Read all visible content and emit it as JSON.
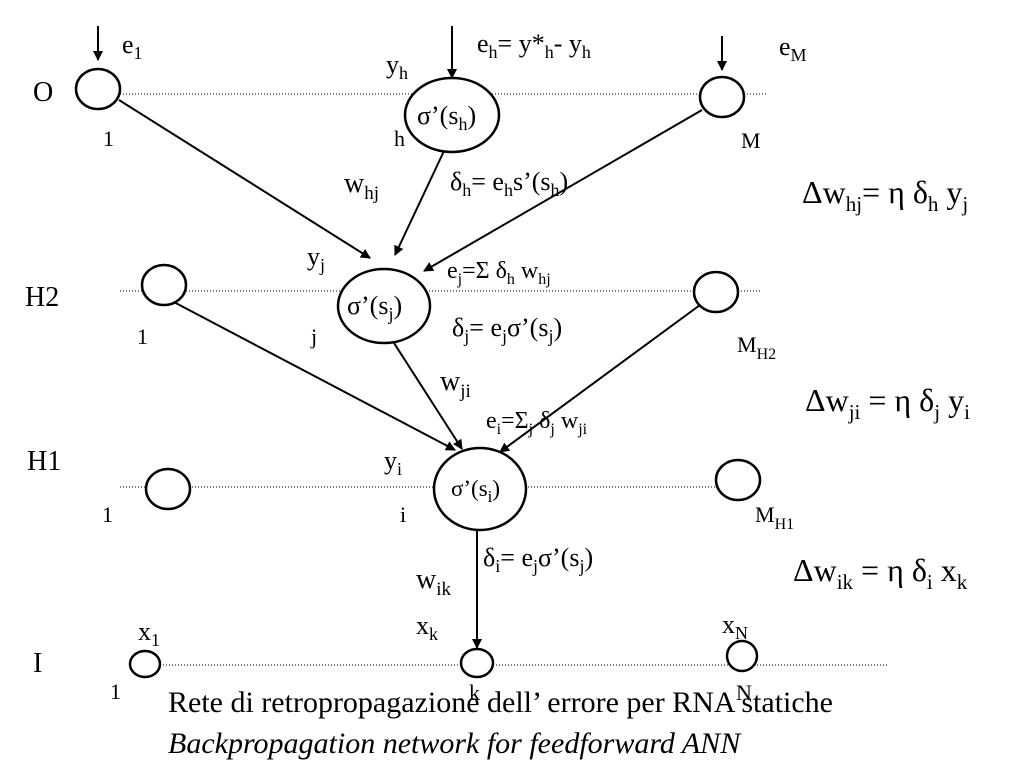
{
  "layers": {
    "output": "O",
    "hidden2": "H2",
    "hidden1": "H1",
    "input": "I"
  },
  "node_labels": {
    "o_first": "1",
    "o_h": "h",
    "o_last": "M",
    "h2_first": "1",
    "h2_j": "j",
    "h2_last_base": "M",
    "h2_last_sub": "H2",
    "h1_first": "1",
    "h1_i": "i",
    "h1_last_base": "M",
    "h1_last_sub": "H1",
    "i_first": "1",
    "i_k": "k",
    "i_last": "N"
  },
  "neurons": {
    "h": {
      "text": "σ’(s",
      "sub": "h",
      "close": ")"
    },
    "j": {
      "text": "σ’(s",
      "sub": "j",
      "close": ")"
    },
    "i": {
      "text": "σ’(s",
      "sub": "i",
      "close": ")"
    }
  },
  "errors": {
    "e1": {
      "base": "e",
      "sub": "1"
    },
    "eM": {
      "base": "e",
      "sub": "M"
    },
    "eh": {
      "e": "e",
      "h": "h",
      "eq": "= y*",
      "minus": "- y"
    }
  },
  "outputs": {
    "yh": {
      "base": "y",
      "sub": "h"
    },
    "yj": {
      "base": "y",
      "sub": "j"
    },
    "yi": {
      "base": "y",
      "sub": "i"
    }
  },
  "inputs": {
    "x1": {
      "base": "x",
      "sub": "1"
    },
    "xk": {
      "base": "x",
      "sub": "k"
    },
    "xN": {
      "base": "x",
      "sub": "N"
    }
  },
  "weights": {
    "whj": {
      "base": "w",
      "sub": "hj"
    },
    "wji": {
      "base": "w",
      "sub": "ji"
    },
    "wik": {
      "base": "w",
      "sub": "ik"
    }
  },
  "formulas": {
    "delta_h": {
      "d": "δ",
      "e": "= e",
      "s": "s’(s",
      "h": "h",
      "close": ")"
    },
    "e_j": {
      "e": "e",
      "j": "j",
      "rest": "=Σ δ",
      "w": " w",
      "h": "h",
      "hj": "hj"
    },
    "delta_j": {
      "d": "δ",
      "j": "j",
      "rest": "= e",
      "sig": "σ’(s",
      "close": ")"
    },
    "e_i": {
      "e": "e",
      "i": "i",
      "eq": "=Σ",
      "d": " δ",
      "w": " w",
      "j": "j",
      "ji": "ji"
    },
    "delta_i": {
      "d": "δ",
      "i": "i",
      "rest": "= e",
      "j": "j",
      "sig": "σ’(s",
      "close": ")"
    }
  },
  "updates": {
    "dw_hj": {
      "dw": "Δw",
      "sub": "hj",
      "eq": "= η δ",
      "h": "h",
      "y": " y",
      "j": "j"
    },
    "dw_ji": {
      "dw": "Δw",
      "sub": "ji",
      "eq": " = η δ",
      "j": "j",
      "y": " y",
      "i": "i"
    },
    "dw_ik": {
      "dw": "Δw",
      "sub": "ik",
      "eq": " = η δ",
      "i": "i",
      "x": " x",
      "k": "k"
    }
  },
  "caption": {
    "italian": "Rete di retropropagazione dell’ errore per RNA statiche",
    "english": "Backpropagation network for feedforward ANN"
  }
}
